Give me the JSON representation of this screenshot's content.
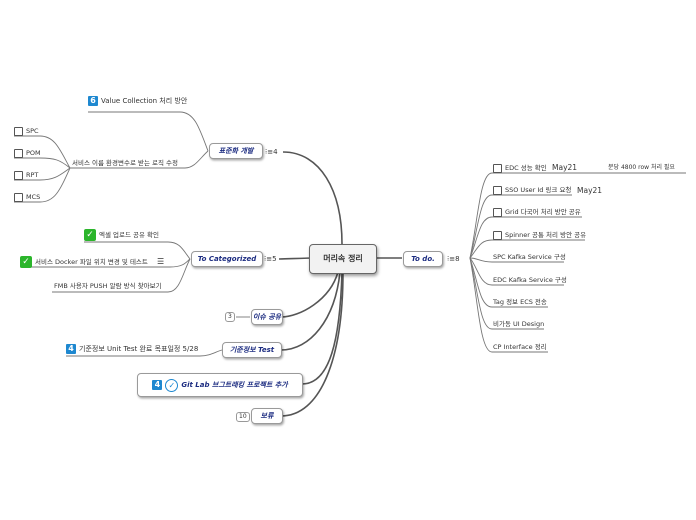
{
  "central": "머리속 정리",
  "branches": {
    "standard": {
      "label": "표준화 개발",
      "count": "4",
      "children": {
        "value_collection": "Value Collection 처리 방안",
        "service_env": "서비스 이름 환경변수로 받는 로직 수정",
        "spc": "SPC",
        "pom": "POM",
        "rpt": "RPT",
        "mcs": "MCS"
      },
      "value_collection_icon": "6"
    },
    "categorized": {
      "label": "To Categorized",
      "count": "5",
      "children": {
        "excel": "엑셀 업로드 공유 확인",
        "docker": "서비스 Docker 파일 위치 변경 및 테스트",
        "fmb": "FMB 사용자 PUSH 알람 방식 찾아보기"
      }
    },
    "issue": {
      "label": "이슈 공유",
      "pill": "3"
    },
    "base_test": {
      "label": "기준정보 Test",
      "child": "기준정보 Unit Test 완료 목표일정 5/28",
      "child_icon": "4"
    },
    "gitlab": {
      "label": "Git Lab 브그트래킹 프로젝트 추가",
      "icon_num": "4"
    },
    "hold": {
      "label": "보류",
      "pill": "10"
    },
    "todo": {
      "label": "To do.",
      "count": "8",
      "children": {
        "edc_perf": "EDC 성능 확인",
        "edc_perf_date": "May21",
        "edc_perf_note": "분당 4800 row 처리 필요",
        "sso": "SSO User Id 링크 요청",
        "sso_date": "May21",
        "grid": "Grid 다국어 처리 방안 공유",
        "spinner": "Spinner 공통 처리 방안 공유",
        "spc_kafka": "SPC Kafka Service 구성",
        "edc_kafka": "EDC Kafka Service 구성",
        "tag": "Tag 정보 ECS 전송",
        "visual": "비가동 UI Design",
        "cp": "CP Interface 정리"
      }
    }
  },
  "count_prefix": "⁝≡"
}
